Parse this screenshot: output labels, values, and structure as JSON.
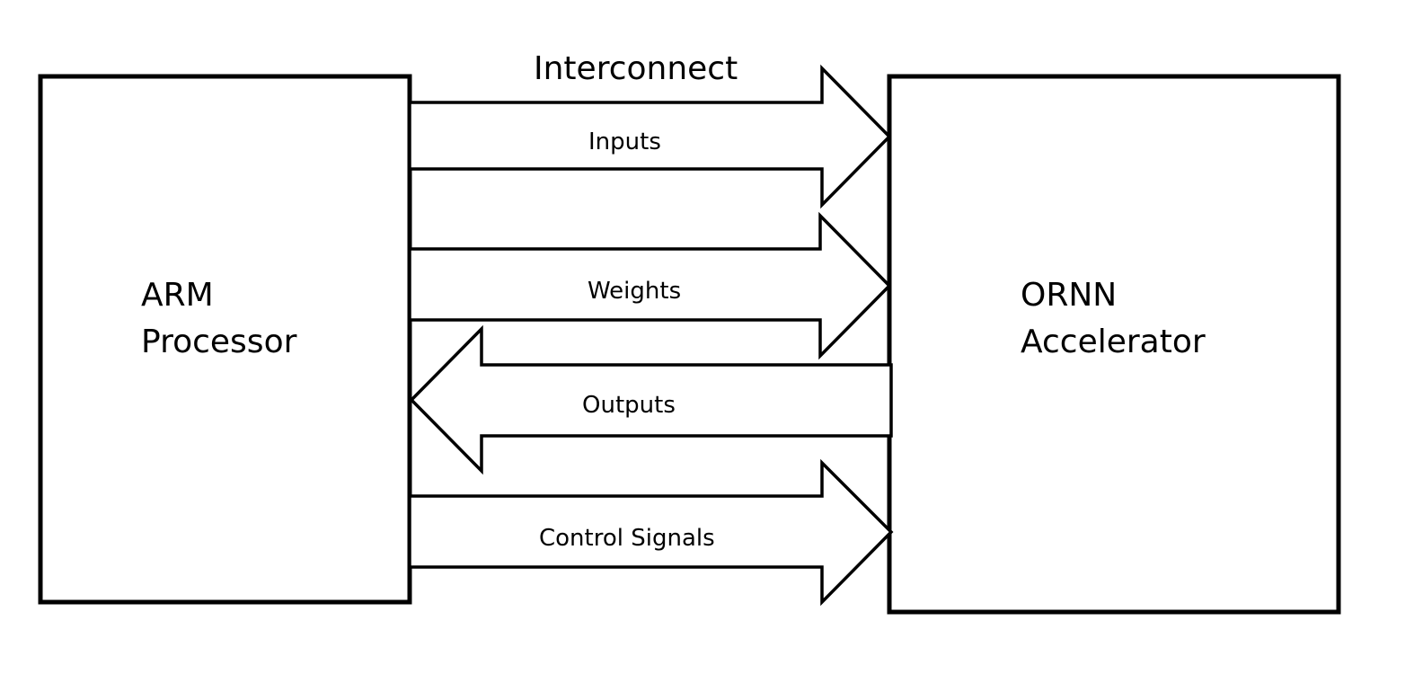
{
  "interconnect_label": "Interconnect",
  "left_block": {
    "line1": "ARM",
    "line2": "Processor"
  },
  "right_block": {
    "line1": "ORNN",
    "line2": "Accelerator"
  },
  "arrows": {
    "inputs": "Inputs",
    "weights": "Weights",
    "outputs": "Outputs",
    "control": "Control Signals"
  }
}
